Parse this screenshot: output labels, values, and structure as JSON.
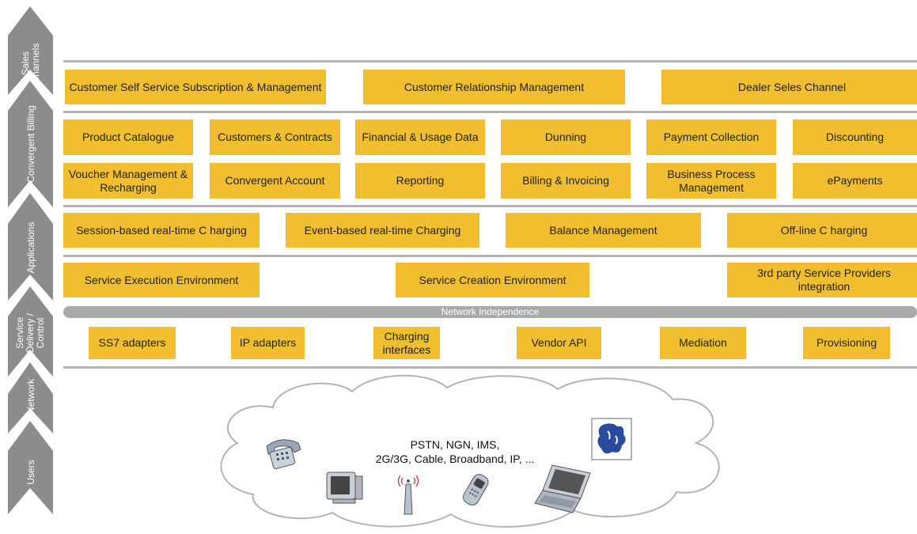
{
  "layers": [
    {
      "id": "sales",
      "label": "Sales\nChannels"
    },
    {
      "id": "billing",
      "label": "Convergent Billing"
    },
    {
      "id": "applications",
      "label": "Applications"
    },
    {
      "id": "service",
      "label": "Service\nDelivery /\nControl"
    },
    {
      "id": "network",
      "label": "Network"
    },
    {
      "id": "users",
      "label": "Users"
    }
  ],
  "sales_channels": [
    "Customer Self Service Subscription & Management",
    "Customer Relationship Management",
    "Dealer Seles Channel"
  ],
  "billing_row1": [
    "Product Catalogue",
    "Customers & Contracts",
    "Financial & Usage Data",
    "Dunning",
    "Payment Collection",
    "Discounting"
  ],
  "billing_row2": [
    "Voucher Management & Recharging",
    "Convergent Account",
    "Reporting",
    "Billing & Invoicing",
    "Business Process Management",
    "ePayments"
  ],
  "applications": [
    "Session-based real-time C harging",
    "Event-based  real-time Charging",
    "Balance Management",
    "Off-line C harging"
  ],
  "service_delivery": [
    "Service Execution Environment",
    "Service Creation Environment",
    "3rd party Service Providers integration"
  ],
  "network_independence": "Network Independence",
  "adapters": [
    "SS7 adapters",
    "IP adapters",
    "Charging interfaces",
    "Vendor API",
    "Mediation",
    "Provisioning"
  ],
  "cloud": {
    "line1": "PSTN, NGN, IMS,",
    "line2": "2G/3G, Cable, Broadband, IP, ..."
  },
  "colors": {
    "box": "#f0be2e",
    "rail": "#8c8c8c",
    "separator": "#b3b3b3",
    "icon_blue": "#2a4aa0"
  },
  "icons": [
    "telephone-icon",
    "tv-icon",
    "antenna-icon",
    "mobile-phone-icon",
    "laptop-icon",
    "globe-icon"
  ]
}
